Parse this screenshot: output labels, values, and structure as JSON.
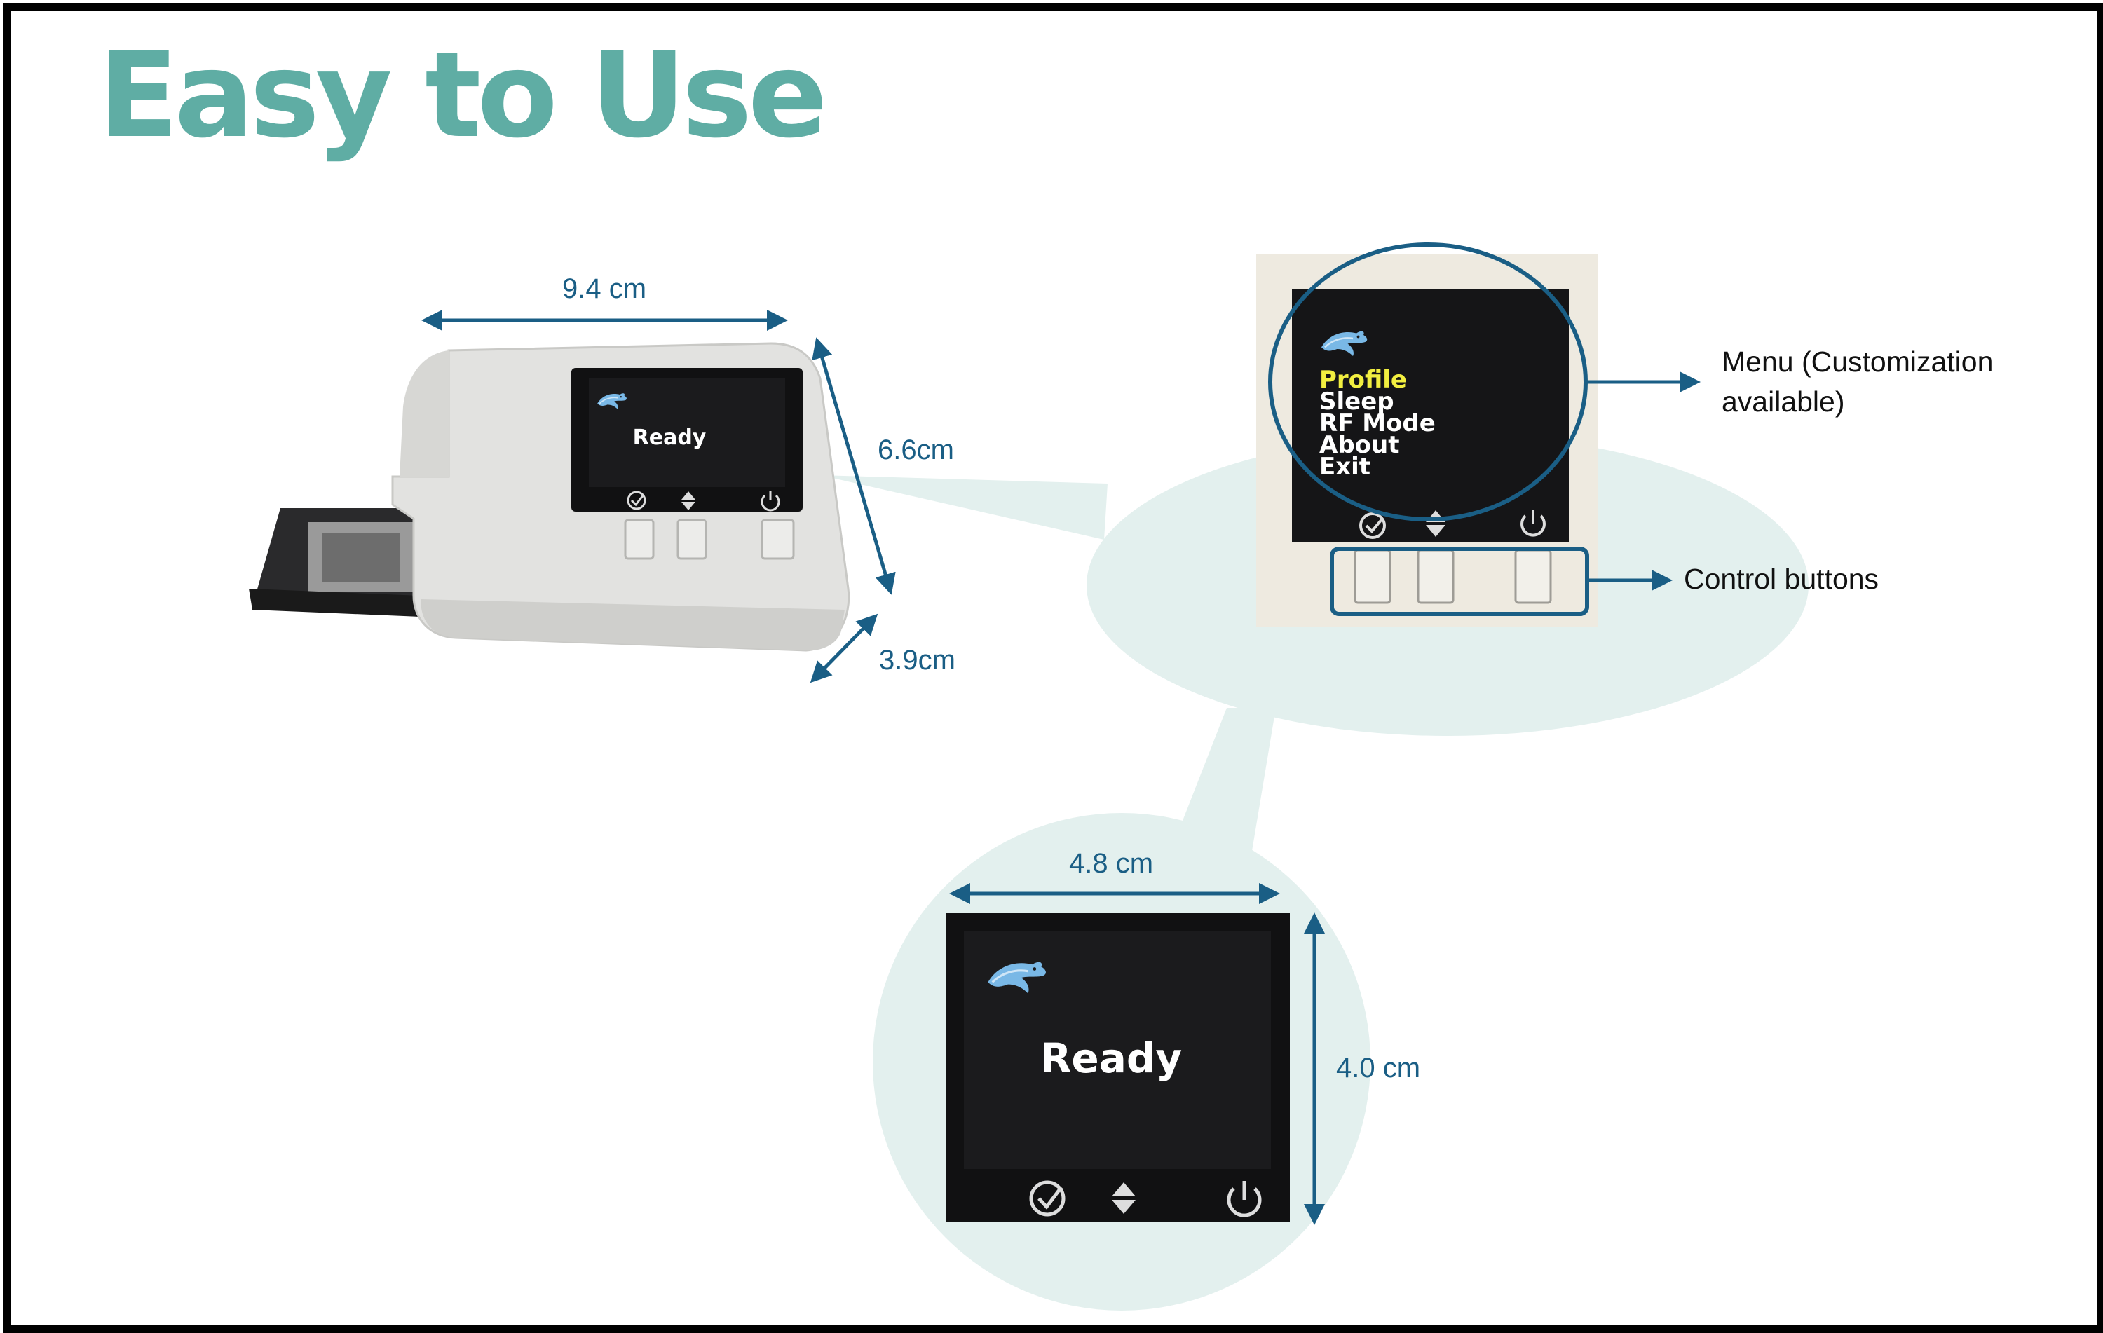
{
  "title": "Easy to Use",
  "colors": {
    "title": "#5fada4",
    "dimension": "#1a5e85",
    "callout_fill": "#e3f0ee",
    "device_body": "#e2e2e0",
    "screen": "#1b1b1d",
    "menu_highlight": "#f2ef40",
    "frame": "#000000"
  },
  "dimensions": {
    "width": "9.4 cm",
    "height": "6.6cm",
    "depth": "3.9cm",
    "screen_width": "4.8 cm",
    "screen_height": "4.0 cm"
  },
  "device": {
    "screen_status": "Ready",
    "logo_icon": "dolphin-icon",
    "button_icons": [
      "check-circle-icon",
      "up-down-arrows-icon",
      "power-icon"
    ]
  },
  "menu_screen": {
    "items": [
      "Profile",
      "Sleep",
      "RF Mode",
      "About",
      "Exit"
    ],
    "highlighted_index": 0
  },
  "annotations": {
    "menu_line1": "Menu (Customization",
    "menu_line2": "available)",
    "control_buttons": "Control buttons"
  },
  "zoom_screen": {
    "status": "Ready"
  }
}
